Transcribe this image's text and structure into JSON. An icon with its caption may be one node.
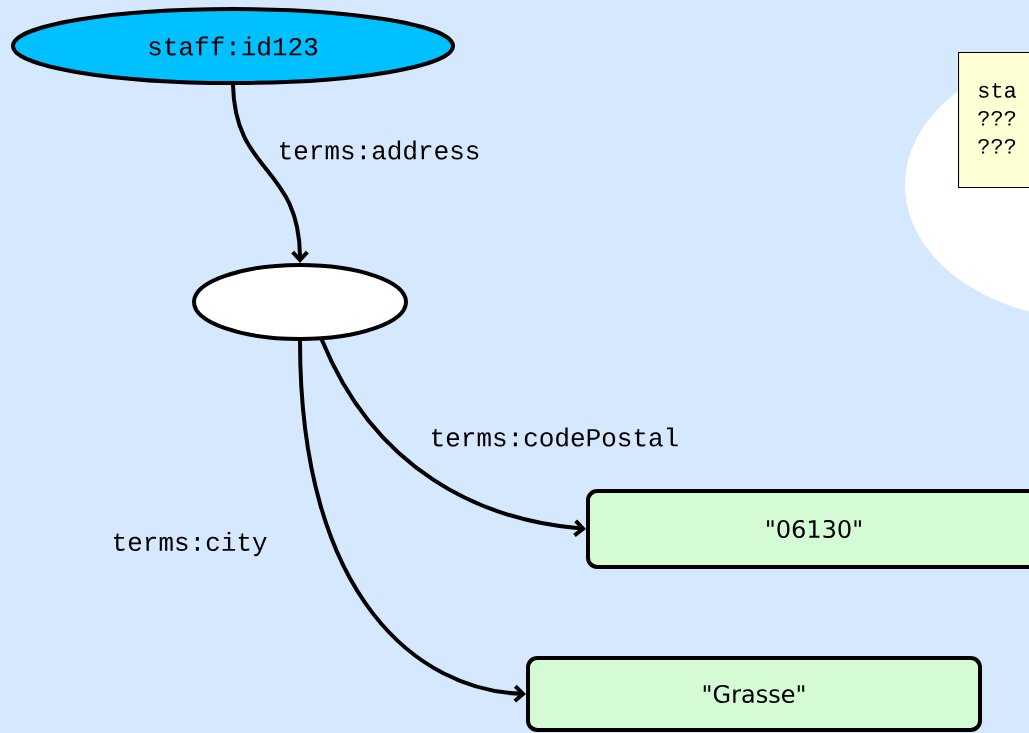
{
  "diagram": {
    "nodes": [
      {
        "text": [
          "staff:id123"
        ]
      },
      {
        "text": [],
        "shape": "ellipse"
      },
      {
        "text": [
          "\"06130\""
        ]
      },
      {
        "text": [
          "\"Grasse\""
        ]
      },
      {
        "text": [],
        "shape": "cloud"
      },
      {
        "text": [
          "sta",
          "???",
          "???"
        ],
        "in": 4
      }
    ],
    "edges": [
      {
        "from": 0,
        "to": 1,
        "arrow": "to",
        "label": "terms:address"
      },
      {
        "from": 1,
        "to": 2,
        "arrow": "to",
        "label": "terms:codePostal"
      },
      {
        "from": 1,
        "to": 3,
        "arrow": "to",
        "label": "terms:city"
      }
    ]
  }
}
